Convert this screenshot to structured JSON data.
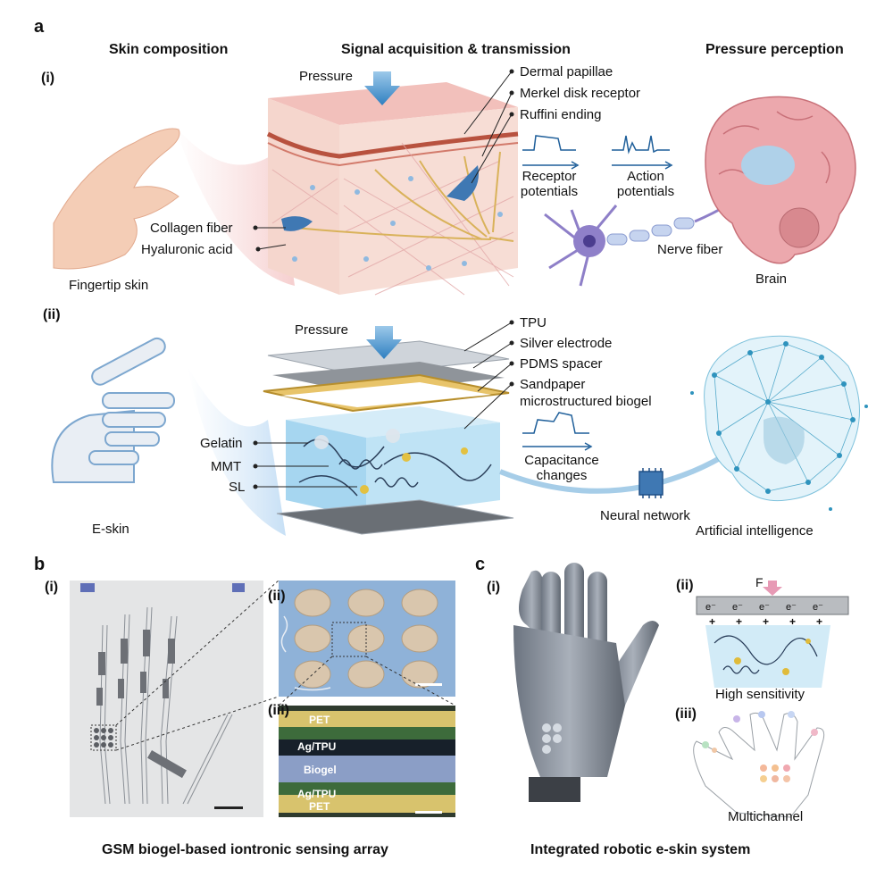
{
  "panel_a": {
    "letter": "a",
    "headers": {
      "left": "Skin  composition",
      "center": "Signal acquisition & transmission",
      "right": "Pressure perception"
    },
    "row_i": {
      "marker": "(i)",
      "pressure": "Pressure",
      "callouts": [
        "Dermal papillae",
        "Merkel disk receptor",
        "Ruffini ending"
      ],
      "collagen": "Collagen fiber",
      "hyaluronic": "Hyaluronic acid",
      "fingertip": "Fingertip skin",
      "receptor_potentials": [
        "Receptor",
        "potentials"
      ],
      "action_potentials": [
        "Action",
        "potentials"
      ],
      "nerve_fiber": "Nerve fiber",
      "brain": "Brain"
    },
    "row_ii": {
      "marker": "(ii)",
      "pressure": "Pressure",
      "callouts": [
        "TPU",
        "Silver electrode",
        "PDMS spacer",
        "Sandpaper",
        "microstructured biogel"
      ],
      "gelatin": "Gelatin",
      "mmt": "MMT",
      "sl": "SL",
      "capacitance": [
        "Capacitance",
        "changes"
      ],
      "neural_network": "Neural network",
      "eskin": "E-skin",
      "ai": "Artificial intelligence"
    }
  },
  "panel_b": {
    "letter": "b",
    "markers": [
      "(i)",
      "(ii)",
      "(iii)"
    ],
    "layers": [
      "PET",
      "Ag/TPU",
      "Biogel",
      "Ag/TPU",
      "PET"
    ],
    "caption": "GSM biogel-based iontronic sensing array"
  },
  "panel_c": {
    "letter": "c",
    "markers": [
      "(i)",
      "(ii)",
      "(iii)"
    ],
    "force": "F",
    "charges": [
      "e⁻",
      "e⁻",
      "e⁻",
      "e⁻",
      "e⁻",
      "+",
      "+",
      "+",
      "+",
      "+"
    ],
    "high_sensitivity": "High sensitivity",
    "multichannel": "Multichannel",
    "caption": "Integrated robotic e-skin system"
  },
  "colors": {
    "skin": "#f3c9c3",
    "biogel": "#bfe3f5",
    "arrow": "#3b86c4",
    "electrode": "#d9b54a",
    "brain": "#e9a4a8"
  }
}
